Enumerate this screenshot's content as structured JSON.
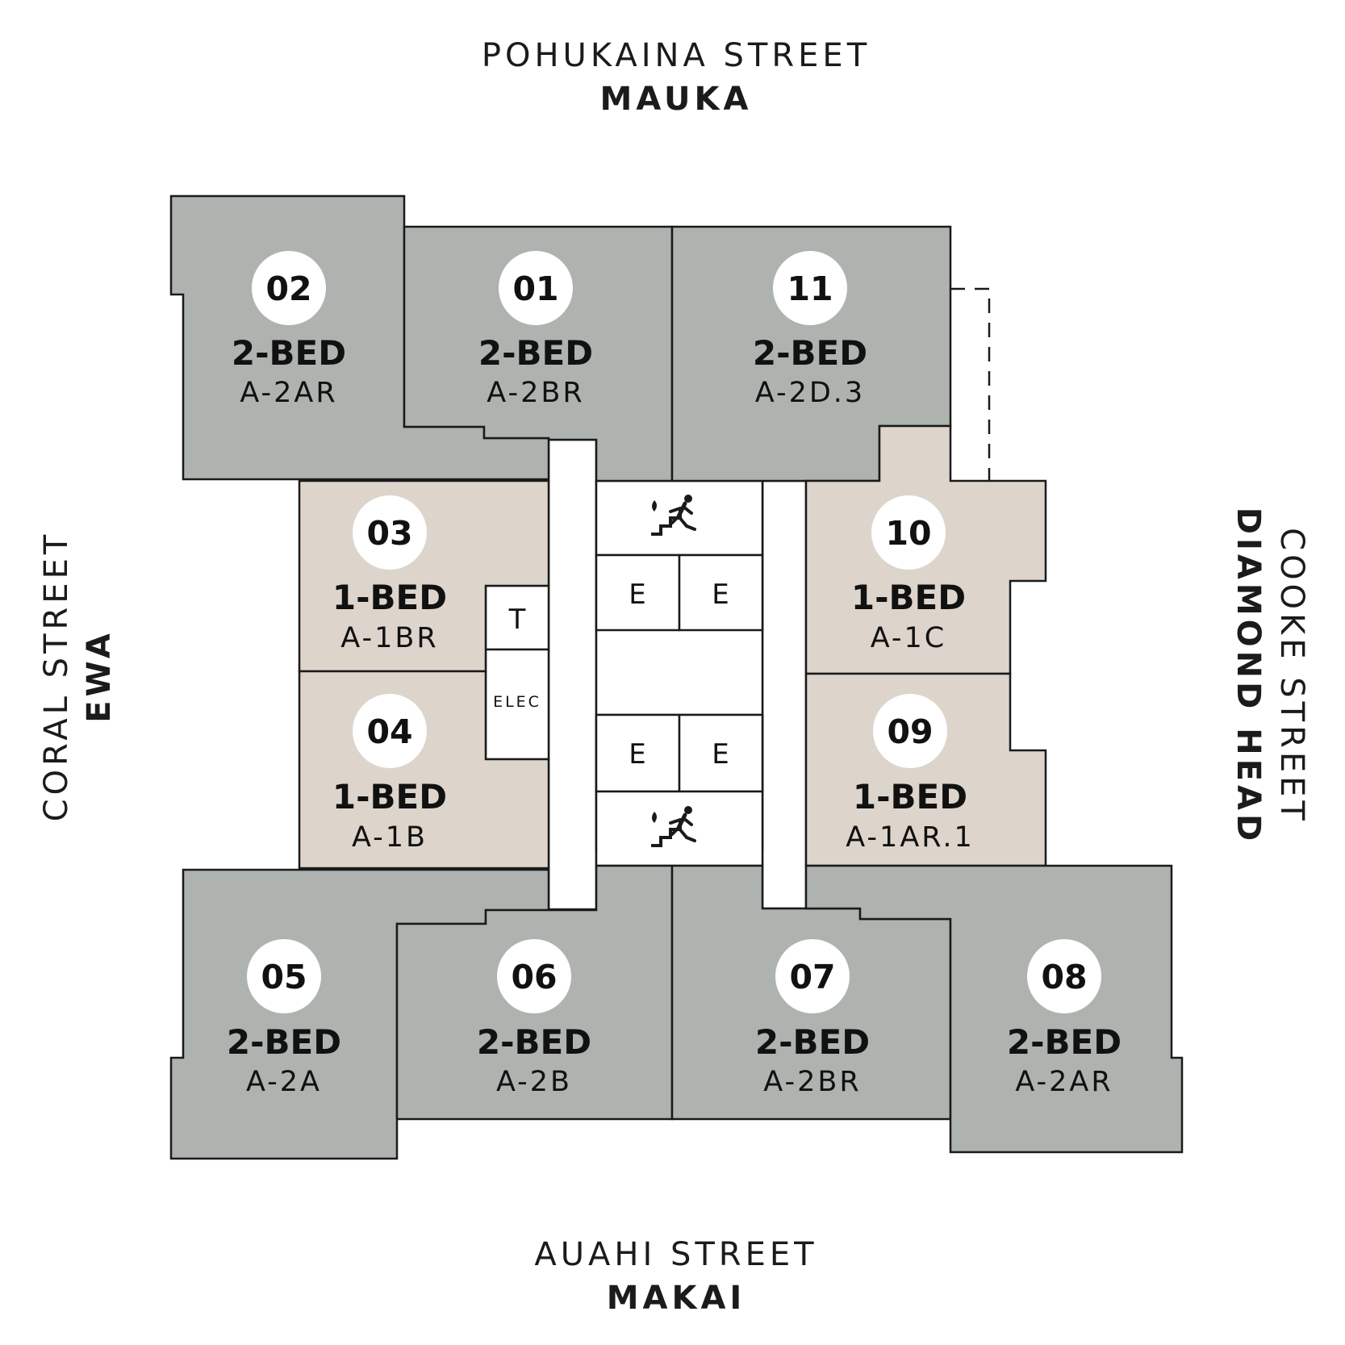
{
  "streets": {
    "top": {
      "name": "POHUKAINA STREET",
      "direction": "MAUKA"
    },
    "bottom": {
      "name": "AUAHI STREET",
      "direction": "MAKAI"
    },
    "left": {
      "name": "CORAL STREET",
      "direction": "EWA"
    },
    "right": {
      "name": "COOKE STREET",
      "direction": "DIAMOND HEAD"
    }
  },
  "colors": {
    "two_bed": "#afb3af",
    "one_bed": "#ddd5cc",
    "core": "#ffffff"
  },
  "units": [
    {
      "number": "02",
      "beds": "2-BED",
      "type": "A-2AR"
    },
    {
      "number": "01",
      "beds": "2-BED",
      "type": "A-2BR"
    },
    {
      "number": "11",
      "beds": "2-BED",
      "type": "A-2D.3"
    },
    {
      "number": "03",
      "beds": "1-BED",
      "type": "A-1BR"
    },
    {
      "number": "04",
      "beds": "1-BED",
      "type": "A-1B"
    },
    {
      "number": "10",
      "beds": "1-BED",
      "type": "A-1C"
    },
    {
      "number": "09",
      "beds": "1-BED",
      "type": "A-1AR.1"
    },
    {
      "number": "05",
      "beds": "2-BED",
      "type": "A-2A"
    },
    {
      "number": "06",
      "beds": "2-BED",
      "type": "A-2B"
    },
    {
      "number": "07",
      "beds": "2-BED",
      "type": "A-2BR"
    },
    {
      "number": "08",
      "beds": "2-BED",
      "type": "A-2AR"
    }
  ],
  "core": {
    "elevator_label": "E",
    "trash_label": "T",
    "electrical_label": "ELEC",
    "stair_icon": "emergency-exit-stair-icon"
  }
}
